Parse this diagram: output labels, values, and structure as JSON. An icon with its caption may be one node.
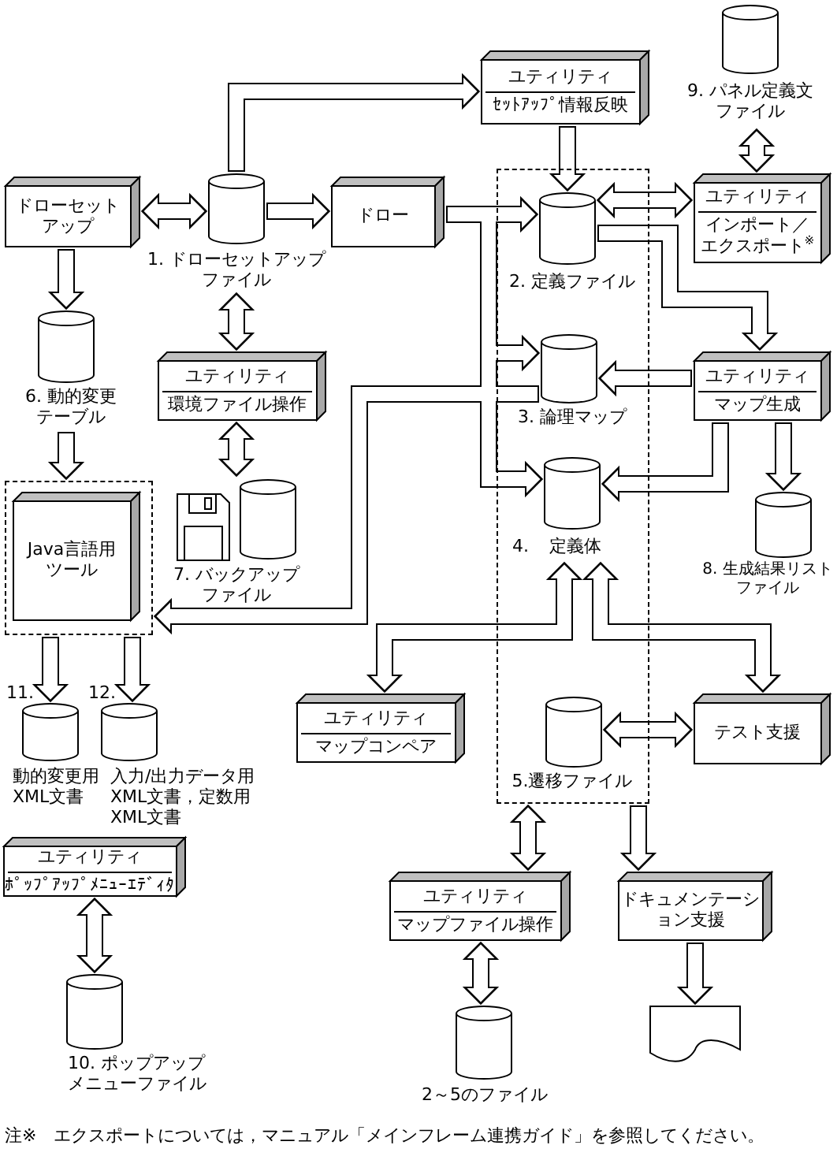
{
  "diagram": {
    "nodes": [
      {
        "text": [
          "9. パネル定義文ファイル"
        ]
      },
      {
        "text": [
          "ユティリティ",
          "ｾｯﾄｱｯﾌﾟ情報反映"
        ]
      },
      {
        "text": [
          "ドローセットアップ"
        ]
      },
      {
        "text": [
          "1. ドローセットアップファイル"
        ]
      },
      {
        "text": [
          "ドロー"
        ]
      },
      {
        "text": [],
        "shape": "box"
      },
      {
        "text": [
          "2. 定義ファイル"
        ],
        "in": 5
      },
      {
        "text": [
          "3. 論理マップ"
        ],
        "in": 5
      },
      {
        "text": [
          "4.",
          "定義体"
        ],
        "in": 5
      },
      {
        "text": [
          "5.遷移ファイル"
        ],
        "in": 5
      },
      {
        "text": [
          "ユティリティ",
          "インポート／エクスポート$^{※}$"
        ]
      },
      {
        "text": [
          "6. 動的変更テーブル"
        ]
      },
      {
        "text": [
          "ユティリティ",
          "環境ファイル操作"
        ]
      },
      {
        "text": [
          "ユティリティ",
          "マップ生成"
        ]
      },
      {
        "text": [],
        "shape": "box"
      },
      {
        "text": [
          "Java言語用ツール"
        ],
        "in": 14
      },
      {
        "text": [
          "7. バックアップファイル"
        ]
      },
      {
        "text": [
          "8. 生成結果リストファイル"
        ]
      },
      {
        "text": [
          "11.",
          "動的変更用XML文書"
        ]
      },
      {
        "text": [
          "12.",
          "入力/出力データ用XML文書，定数用XML文書"
        ]
      },
      {
        "text": [
          "ユティリティ",
          "マップコンペア"
        ]
      },
      {
        "text": [
          "テスト支援"
        ]
      },
      {
        "text": [
          "ユティリティ",
          "ﾎﾟｯﾌﾟｱｯﾌﾟﾒﾆｭｰｴﾃﾞｨﾀ"
        ]
      },
      {
        "text": [
          "ユティリティ",
          "マップファイル操作"
        ]
      },
      {
        "text": [
          "ドキュメンテーション支援"
        ]
      },
      {
        "text": [
          "10. ポップアップメニューファイル"
        ]
      },
      {
        "text": [
          "2～5のファイル"
        ]
      },
      {
        "text": [],
        "shape": "document"
      }
    ],
    "edges": [
      {
        "from": 2,
        "to": 3,
        "arrow": "both"
      },
      {
        "from": 3,
        "to": 4,
        "arrow": "to"
      },
      {
        "from": 3,
        "to": 1,
        "arrow": "to"
      },
      {
        "from": 1,
        "to": 6,
        "arrow": "to"
      },
      {
        "from": 0,
        "to": 10,
        "arrow": "both"
      },
      {
        "from": 6,
        "to": 10,
        "arrow": "both"
      },
      {
        "from": 6,
        "to": 13,
        "arrow": "to"
      },
      {
        "from": 13,
        "to": 7,
        "arrow": "to"
      },
      {
        "from": 13,
        "to": 8,
        "arrow": "to"
      },
      {
        "from": 13,
        "to": 17,
        "arrow": "to"
      },
      {
        "from": 4,
        "to": 6,
        "arrow": "to"
      },
      {
        "from": 4,
        "to": 7,
        "arrow": "to"
      },
      {
        "from": 4,
        "to": 8,
        "arrow": "to"
      },
      {
        "from": 7,
        "to": 14,
        "arrow": "to"
      },
      {
        "from": 2,
        "to": 11,
        "arrow": "to"
      },
      {
        "from": 11,
        "to": 14,
        "arrow": "to"
      },
      {
        "from": 3,
        "to": 12,
        "arrow": "both"
      },
      {
        "from": 12,
        "to": 16,
        "arrow": "both"
      },
      {
        "from": 14,
        "to": 18,
        "arrow": "to"
      },
      {
        "from": 14,
        "to": 19,
        "arrow": "to"
      },
      {
        "from": 8,
        "to": 20,
        "arrow": "both"
      },
      {
        "from": 8,
        "to": 21,
        "arrow": "both"
      },
      {
        "from": 9,
        "to": 21,
        "arrow": "both"
      },
      {
        "from": 5,
        "to": 23,
        "arrow": "both"
      },
      {
        "from": 5,
        "to": 24,
        "arrow": "to"
      },
      {
        "from": 23,
        "to": 26,
        "arrow": "both"
      },
      {
        "from": 24,
        "to": 27,
        "arrow": "to"
      },
      {
        "from": 22,
        "to": 25,
        "arrow": "both"
      }
    ],
    "labels": [
      "注※　エクスポートについては，マニュアル「メインフレーム連携ガイド」を参照してください。"
    ]
  }
}
